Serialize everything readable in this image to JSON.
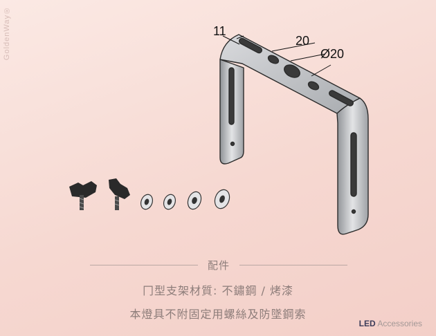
{
  "brand": {
    "vertical": "GoldenWay®"
  },
  "dimensions": {
    "slot_width": "11",
    "spacing": "20",
    "hole_diameter": "Ø20"
  },
  "section": {
    "title": "配件"
  },
  "specs": {
    "line1": "冂型支架材質: 不鏽鋼 / 烤漆",
    "line2": "本燈具不附固定用螺絲及防墜鋼索"
  },
  "footer": {
    "strong": "LED",
    "light": "Accessories"
  },
  "colors": {
    "background": "#f6d8d1",
    "metal": "#b8babd",
    "text": "#8c7c79",
    "footer_brand": "#3d3d5a"
  }
}
